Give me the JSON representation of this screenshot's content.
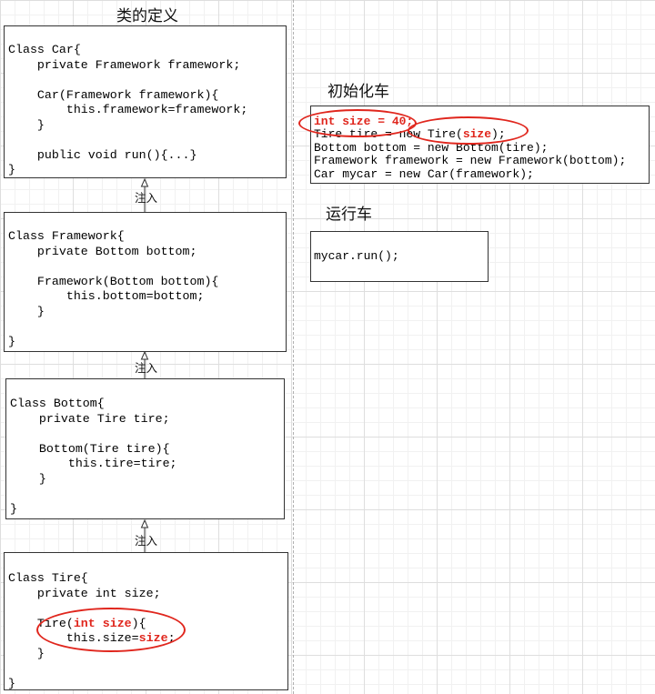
{
  "titles": {
    "class_def": "类的定义",
    "init": "初始化车",
    "run": "运行车"
  },
  "inject_label": "注入",
  "car_class": {
    "lines": [
      "Class Car{",
      "    private Framework framework;",
      "",
      "    Car(Framework framework){",
      "        this.framework=framework;",
      "    }",
      "",
      "    public void run(){...}",
      "}"
    ]
  },
  "framework_class": {
    "lines": [
      "Class Framework{",
      "    private Bottom bottom;",
      "",
      "    Framework(Bottom bottom){",
      "        this.bottom=bottom;",
      "    }",
      "",
      "}"
    ]
  },
  "bottom_class": {
    "lines": [
      "Class Bottom{",
      "    private Tire tire;",
      "",
      "    Bottom(Tire tire){",
      "        this.tire=tire;",
      "    }",
      "",
      "}"
    ]
  },
  "tire_class": {
    "line1": "Class Tire{",
    "line2": "    private int size;",
    "line4_pre": "    Tire(",
    "line4_red": "int size",
    "line4_post": "){",
    "line5_pre": "        this.size=",
    "line5_red": "size",
    "line5_post": ";",
    "line6": "    }",
    "line8": "}"
  },
  "init_code": {
    "line1_red": "int size = 40;",
    "line2_pre": "Tire tire = new Tire(",
    "line2_red": "size",
    "line2_post": ");",
    "line3": "Bottom bottom = new Bottom(tire);",
    "line4": "Framework framework = new Framework(bottom);",
    "line5": "Car mycar = new Car(framework);"
  },
  "run_code": {
    "line1": "mycar.run();"
  },
  "colors": {
    "highlight": "#e0261d",
    "border": "#333333"
  }
}
